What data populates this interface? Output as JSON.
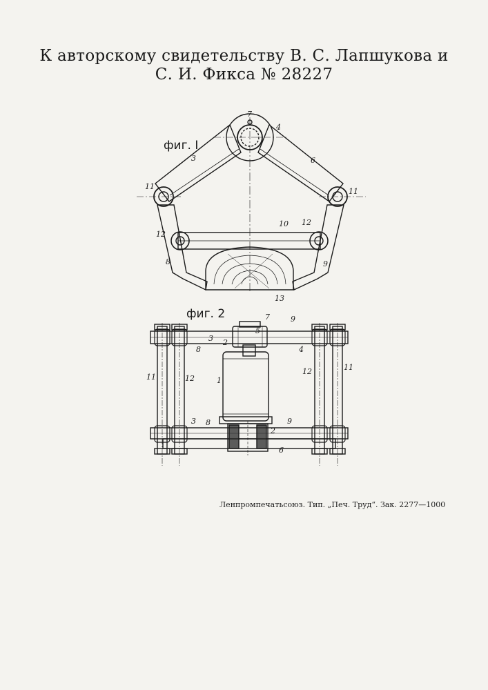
{
  "header": {
    "line1": "К авторскому свидетельству В. С. Лапшукова и",
    "line2": "С. И. Фикса № 28227"
  },
  "fig1": {
    "label": "фиг. I",
    "parts": {
      "p7": "7",
      "p4": "4",
      "p3": "3",
      "p6": "6",
      "p11a": "11",
      "p11b": "11",
      "p10": "10",
      "p12a": "12",
      "p12b": "12",
      "p8": "8",
      "p9": "9",
      "p13": "13"
    }
  },
  "fig2": {
    "label": "фиг. 2",
    "parts": {
      "p7": "7",
      "p9a": "9",
      "p2a": "2",
      "p5": "5",
      "p3a": "3",
      "p8a": "8",
      "p4": "4",
      "p11a": "11",
      "p12a": "12",
      "p1": "1",
      "p12b": "12",
      "p11b": "11",
      "p3b": "3",
      "p8b": "8",
      "p9b": "9",
      "p2b": "2",
      "p6": "6"
    }
  },
  "imprint": "Ленпромпечатьсоюз. Тип. „Печ. Труд“. Зак. 2277—1000"
}
